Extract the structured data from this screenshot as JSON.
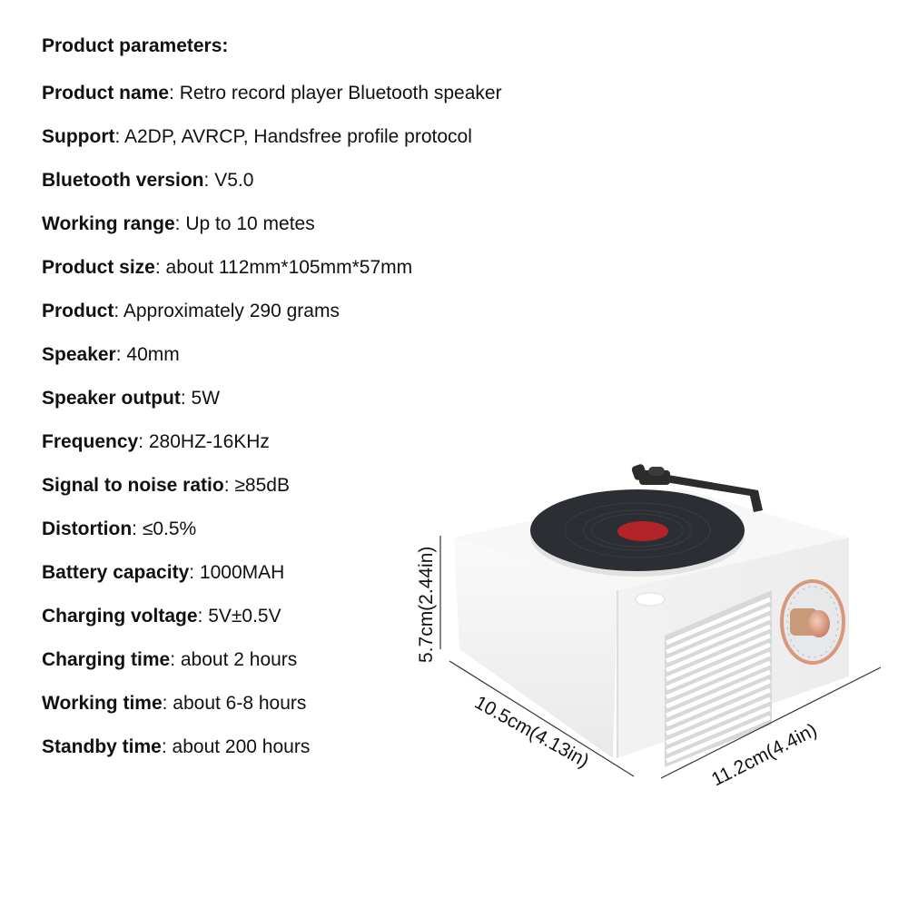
{
  "title": "Product parameters:",
  "specs": [
    {
      "label": "Product name",
      "value": "Retro record player Bluetooth speaker"
    },
    {
      "label": "Support",
      "value": "A2DP, AVRCP, Handsfree profile protocol"
    },
    {
      "label": "Bluetooth version",
      "value": "V5.0"
    },
    {
      "label": "Working range",
      "value": "Up to 10 metes"
    },
    {
      "label": "Product size",
      "value": "about 112mm*105mm*57mm"
    },
    {
      "label": "Product",
      "value": "Approximately 290 grams"
    },
    {
      "label": "Speaker",
      "value": "40mm"
    },
    {
      "label": "Speaker output",
      "value": "5W"
    },
    {
      "label": "Frequency",
      "value": "280HZ-16KHz"
    },
    {
      "label": "Signal to noise ratio",
      "value": "≥85dB"
    },
    {
      "label": "Distortion",
      "value": "≤0.5%"
    },
    {
      "label": "Battery capacity",
      "value": "1000MAH"
    },
    {
      "label": "Charging voltage",
      "value": "5V±0.5V"
    },
    {
      "label": "Charging time",
      "value": "about 2 hours"
    },
    {
      "label": "Working time",
      "value": "about 6-8 hours"
    },
    {
      "label": "Standby time",
      "value": "about 200 hours"
    }
  ],
  "dimensions": {
    "height": "5.7cm(2.44in)",
    "depth": "10.5cm(4.13in)",
    "width": "11.2cm(4.4in)"
  },
  "colors": {
    "body": "#f4f4f4",
    "record": "#2b2e33",
    "label": "#b5232a",
    "accent_copper": "#d9987a"
  }
}
